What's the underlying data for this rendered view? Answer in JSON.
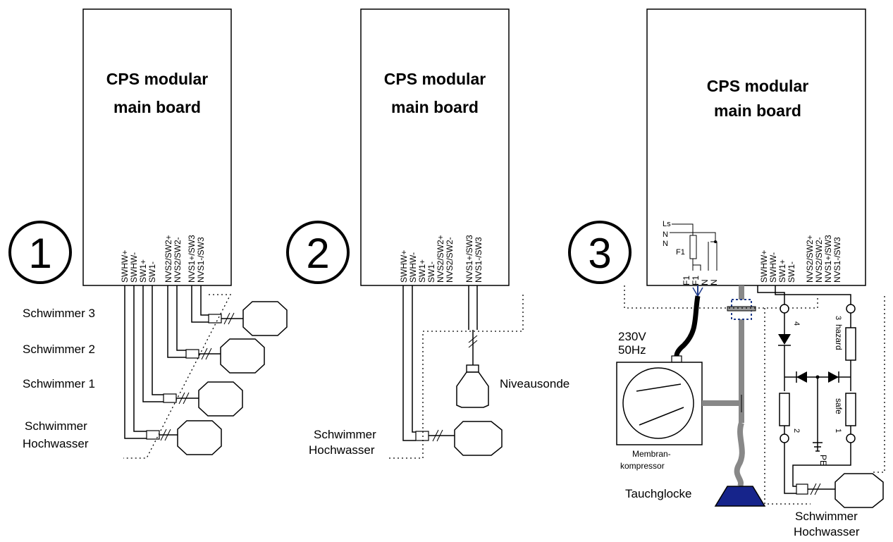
{
  "board_title": [
    "CPS modular",
    "main board"
  ],
  "panels": [
    {
      "number": "1",
      "pins": [
        "SWHW+",
        "SWHW-",
        "SW1+",
        "SW1-",
        "NVS2/SW2+",
        "NVS2/SW2-",
        "NVS1+/SW3",
        "NVS1-/SW3"
      ],
      "float_labels": [
        "Schwimmer 3",
        "Schwimmer 2",
        "Schwimmer 1",
        "Schwimmer",
        "Hochwasser"
      ]
    },
    {
      "number": "2",
      "pins": [
        "SWHW+",
        "SWHW-",
        "SW1+",
        "SW1-",
        "NVS2/SW2+",
        "NVS2/SW2-",
        "NVS1+/SW3",
        "NVS1-/SW3"
      ],
      "sensor_label": "Niveausonde",
      "float_labels": [
        "Schwimmer",
        "Hochwasser"
      ]
    },
    {
      "number": "3",
      "pins": [
        "SWHW+",
        "SWHW-",
        "SW1+",
        "SW1-",
        "NVS2/SW2+",
        "NVS2/SW2-",
        "NVS1+/SW3",
        "NVS1-/SW3"
      ],
      "power_pins": [
        "F1",
        "F1",
        "N",
        "N"
      ],
      "mains_labels": [
        "Ls",
        "N",
        "N",
        "F1"
      ],
      "voltage": [
        "230V",
        "50Hz"
      ],
      "compressor": [
        "Membran-",
        "kompressor"
      ],
      "bell": "Tauchglocke",
      "circuit": {
        "n1": "1",
        "n2": "2",
        "n3": "3",
        "n4": "4",
        "hazard": "hazard",
        "safe": "safe",
        "pe": "PE"
      },
      "float_labels": [
        "Schwimmer",
        "Hochwasser"
      ]
    }
  ]
}
